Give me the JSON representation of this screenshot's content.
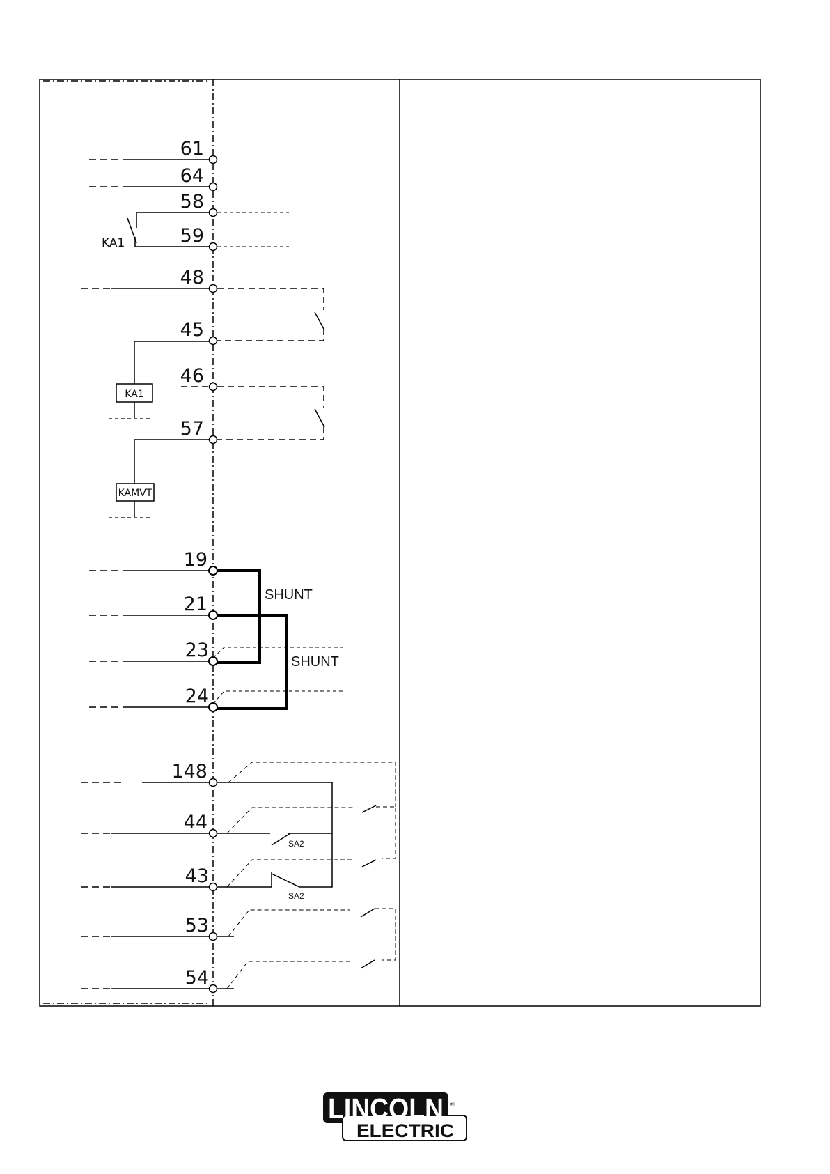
{
  "terminals": [
    {
      "label": "61"
    },
    {
      "label": "64"
    },
    {
      "label": "58"
    },
    {
      "label": "59"
    },
    {
      "label": "48"
    },
    {
      "label": "45"
    },
    {
      "label": "46"
    },
    {
      "label": "57"
    },
    {
      "label": "19"
    },
    {
      "label": "21"
    },
    {
      "label": "23"
    },
    {
      "label": "24"
    },
    {
      "label": "148"
    },
    {
      "label": "44"
    },
    {
      "label": "43"
    },
    {
      "label": "53"
    },
    {
      "label": "54"
    }
  ],
  "components": {
    "ka1_contact": "KA1",
    "ka1_coil": "KA1",
    "kamvt_coil": "KAMVT",
    "shunt_1": "SHUNT",
    "shunt_2": "SHUNT",
    "sa2_upper": "SA2",
    "sa2_lower": "SA2"
  },
  "logo": {
    "top": "LINCOLN",
    "bottom": "ELECTRIC",
    "registered": "®"
  }
}
